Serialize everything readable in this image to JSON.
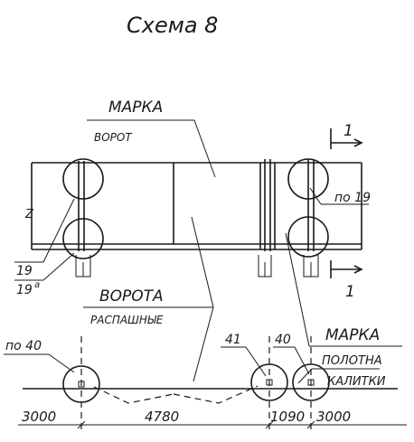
{
  "title": "Схема 8",
  "labels": {
    "gate_mark": "МАРКА",
    "gate_mark_sub": "ВОРОТ",
    "gate_swing": "ВОРОТА",
    "gate_swing_sub": "РАСПАШНЫЕ",
    "wicket_mark": "МАРКА",
    "wicket_mark_sub1": "ПОЛОТНА",
    "wicket_mark_sub2": "КАЛИТКИ",
    "node_19": "19",
    "node_19a": "19",
    "node_19a_sup": "а",
    "node_po19": "по 19",
    "node_po40": "по 40",
    "node_41": "41",
    "node_40": "40",
    "section_top": "1",
    "section_bottom": "1",
    "break_mark": "Z"
  },
  "dimensions": [
    "3000",
    "4780",
    "1090",
    "3000"
  ]
}
